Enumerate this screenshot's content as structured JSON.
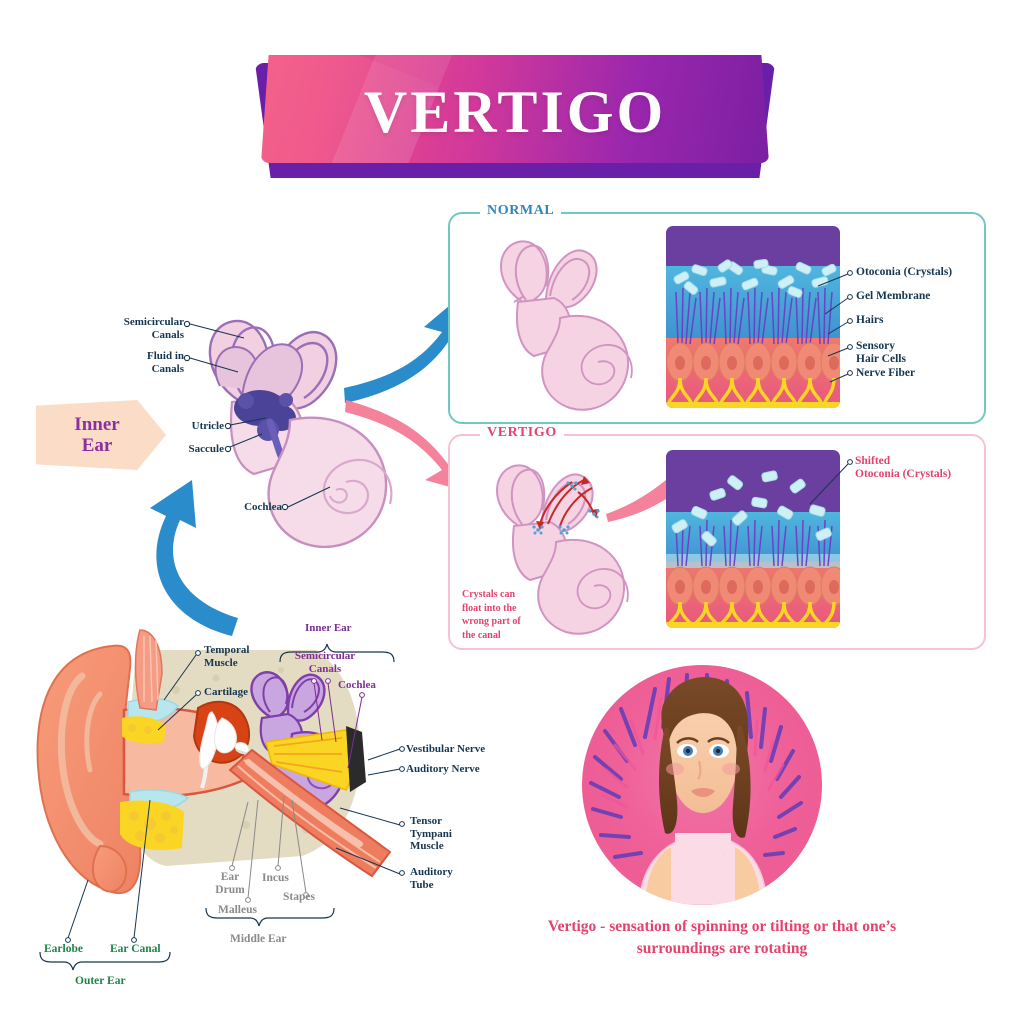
{
  "title": {
    "text": "VERTIGO"
  },
  "colors": {
    "title_gradient_start": "#F2537F",
    "title_gradient_end": "#7B1FA2",
    "normal_border": "#6FC9C0",
    "normal_title": "#2E86C1",
    "vertigo_border": "#F6C3CF",
    "vertigo_title": "#E2436F",
    "navy_label": "#16364F",
    "purple_label": "#7D2E8F",
    "green_label": "#1E8449",
    "gray_label": "#8A8A8A",
    "pink_label": "#E2436F",
    "blue_arrow": "#2B8CCB",
    "pink_arrow": "#F4829B",
    "inner_ear_tag_bg": "#FBDCC7",
    "woman_circle": "#F06292"
  },
  "inner_ear_tag": {
    "line1": "Inner",
    "line2": "Ear"
  },
  "inner_ear_diagram": {
    "labels": [
      {
        "text": "Semicircular\nCanals"
      },
      {
        "text": "Fluid in\nCanals"
      },
      {
        "text": "Utricle"
      },
      {
        "text": "Saccule"
      },
      {
        "text": "Cochlea"
      }
    ]
  },
  "panels": {
    "normal": {
      "title": "NORMAL",
      "labels": [
        {
          "text": "Otoconia (Crystals)"
        },
        {
          "text": "Gel Membrane"
        },
        {
          "text": "Hairs"
        },
        {
          "text": "Sensory\nHair Cells"
        },
        {
          "text": "Nerve Fiber"
        }
      ]
    },
    "vertigo": {
      "title": "VERTIGO",
      "labels": [
        {
          "text": "Shifted\nOtoconia (Crystals)"
        }
      ],
      "note": "Crystals can\nfloat into the\nwrong part of\nthe canal"
    }
  },
  "ear_anatomy": {
    "labels": [
      {
        "text": "Temporal\nMuscle",
        "color": "navy"
      },
      {
        "text": "Cartilage",
        "color": "navy"
      },
      {
        "text": "Inner Ear",
        "color": "purple"
      },
      {
        "text": "Semicircular\nCanals",
        "color": "purple"
      },
      {
        "text": "Cochlea",
        "color": "purple"
      },
      {
        "text": "Vestibular Nerve",
        "color": "navy"
      },
      {
        "text": "Auditory Nerve",
        "color": "navy"
      },
      {
        "text": "Tensor\nTympani\nMuscle",
        "color": "navy"
      },
      {
        "text": "Auditory\nTube",
        "color": "navy"
      },
      {
        "text": "Ear\nDrum",
        "color": "gray"
      },
      {
        "text": "Malleus",
        "color": "gray"
      },
      {
        "text": "Incus",
        "color": "gray"
      },
      {
        "text": "Stapes",
        "color": "gray"
      },
      {
        "text": "Middle Ear",
        "color": "gray"
      },
      {
        "text": "Earlobe",
        "color": "green"
      },
      {
        "text": "Ear Canal",
        "color": "green"
      },
      {
        "text": "Outer Ear",
        "color": "green"
      }
    ]
  },
  "caption": {
    "text": "Vertigo - sensation of spinning or tilting or that one’s surroundings are rotating"
  }
}
